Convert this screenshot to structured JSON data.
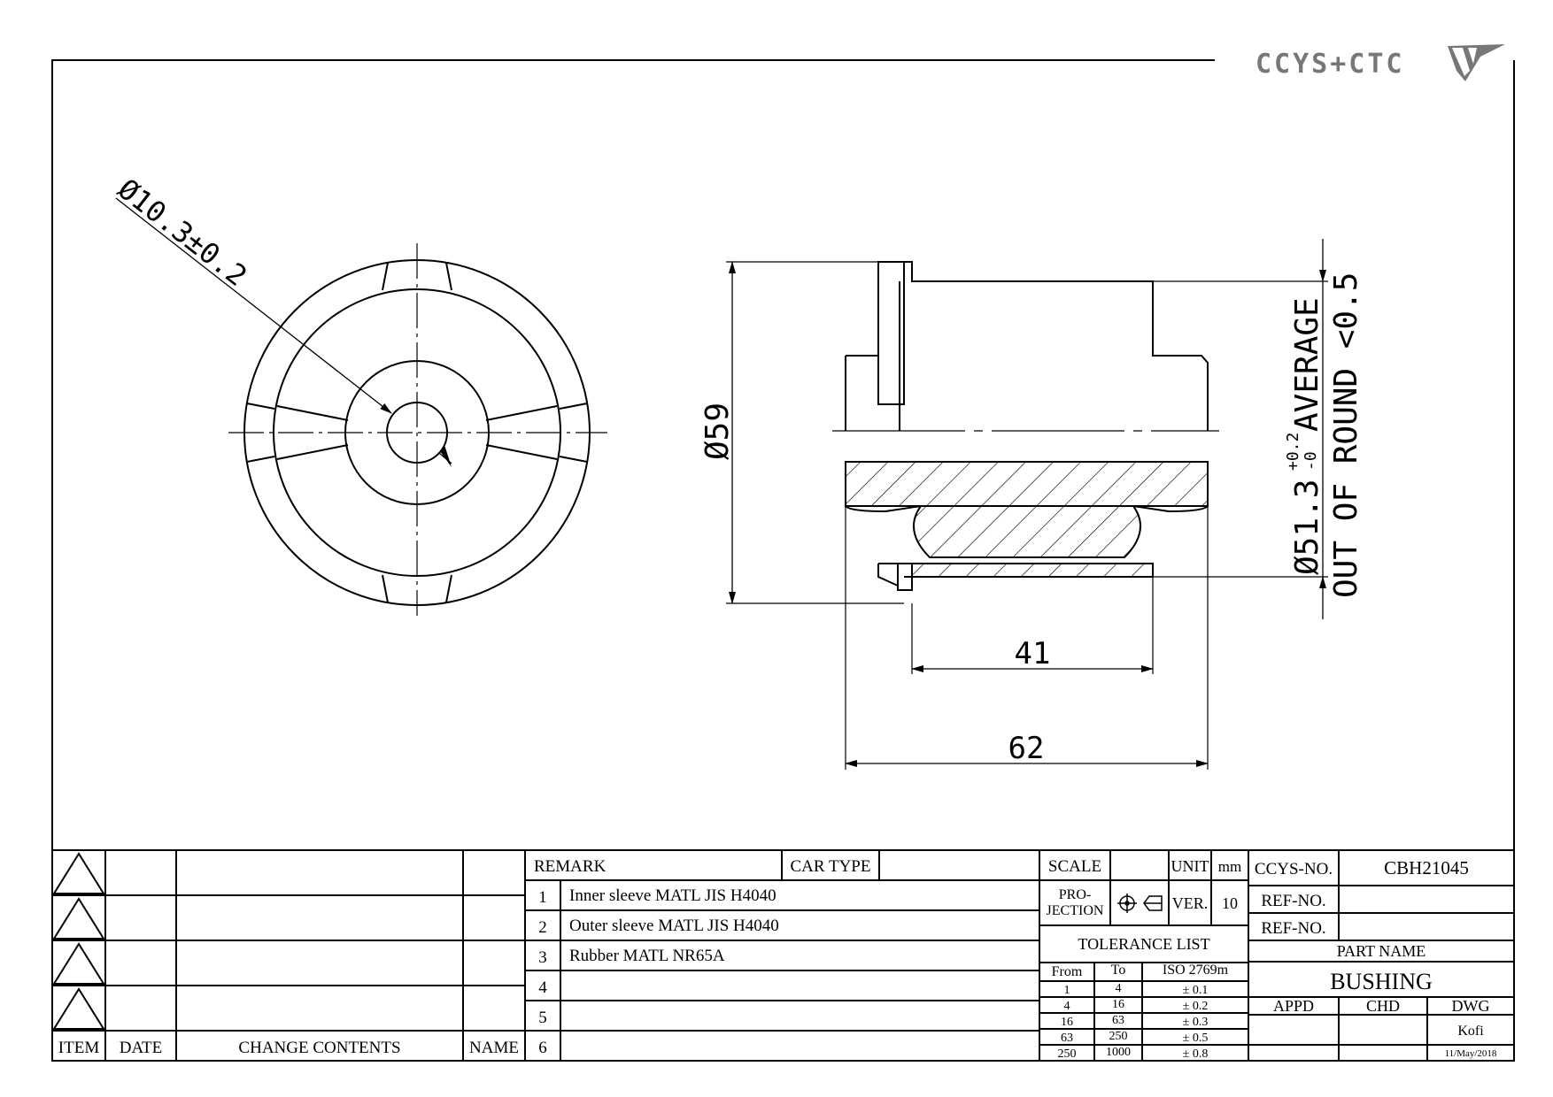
{
  "logo": {
    "text": "CCYS+CTC",
    "mark": "ccys-logo-mark"
  },
  "front_view": {
    "bore_dim": "Ø10.3±0.2"
  },
  "side_view": {
    "outer_dia": "Ø59",
    "inner_dia_main": "Ø51.3",
    "inner_dia_tol_upper": "+0.2",
    "inner_dia_tol_lower": "-0",
    "inner_dia_suffix": "AVERAGE",
    "out_of_round": "OUT OF ROUND <0.5",
    "length_short": "41",
    "length_long": "62"
  },
  "revision": {
    "headers": {
      "item": "ITEM",
      "date": "DATE",
      "change": "CHANGE CONTENTS",
      "name": "NAME"
    }
  },
  "remarks": {
    "remark_label": "REMARK",
    "car_type_label": "CAR TYPE",
    "car_type_value": "",
    "rows": [
      {
        "no": "1",
        "text": "Inner sleeve MATL JIS H4040"
      },
      {
        "no": "2",
        "text": "Outer sleeve MATL JIS H4040"
      },
      {
        "no": "3",
        "text": "Rubber MATL NR65A"
      },
      {
        "no": "4",
        "text": ""
      },
      {
        "no": "5",
        "text": ""
      },
      {
        "no": "6",
        "text": ""
      }
    ]
  },
  "title_block": {
    "scale_label": "SCALE",
    "scale_value": "",
    "unit_label": "UNIT",
    "unit_value": "mm",
    "projection_label_1": "PRO-",
    "projection_label_2": "JECTION",
    "ver_label": "VER.",
    "ver_value": "10",
    "tolerance_title": "TOLERANCE LIST",
    "tol_headers": {
      "from": "From",
      "to": "To",
      "iso": "ISO 2769m"
    },
    "tolerances": [
      {
        "from": "1",
        "to": "4",
        "tol": "± 0.1"
      },
      {
        "from": "4",
        "to": "16",
        "tol": "± 0.2"
      },
      {
        "from": "16",
        "to": "63",
        "tol": "± 0.3"
      },
      {
        "from": "63",
        "to": "250",
        "tol": "± 0.5"
      },
      {
        "from": "250",
        "to": "1000",
        "tol": "± 0.8"
      }
    ],
    "ccys_no_label": "CCYS-NO.",
    "ccys_no_value": "CBH21045",
    "ref_no_label_1": "REF-NO.",
    "ref_no_value_1": "",
    "ref_no_label_2": "REF-NO.",
    "ref_no_value_2": "",
    "part_name_label": "PART NAME",
    "part_name_value": "BUSHING",
    "appd_label": "APPD",
    "chd_label": "CHD",
    "dwg_label": "DWG",
    "appd_value": "",
    "chd_value": "",
    "dwg_value": "Kofi",
    "date_value": "11/May/2018"
  }
}
